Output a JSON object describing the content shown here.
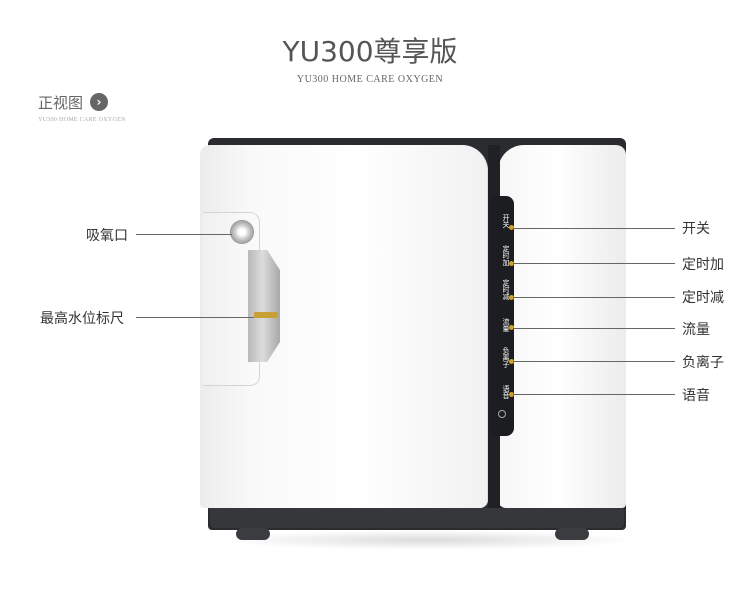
{
  "header": {
    "title": "YU300尊享版",
    "subtitle": "YU300 HOME CARE OXYGEN"
  },
  "section": {
    "label": "正视图",
    "arrow_glyph": "›",
    "sublabel": "YU300 HOME CARE OXYGEN"
  },
  "callouts_left": [
    {
      "label": "吸氧口"
    },
    {
      "label": "最高水位标尺"
    }
  ],
  "callouts_right": [
    {
      "label": "开关"
    },
    {
      "label": "定时加"
    },
    {
      "label": "定时减"
    },
    {
      "label": "流量"
    },
    {
      "label": "负离子"
    },
    {
      "label": "语音"
    }
  ],
  "device_buttons": [
    {
      "label": "开关"
    },
    {
      "label": "定时加"
    },
    {
      "label": "定时减"
    },
    {
      "label": "流量"
    },
    {
      "label": "负离子"
    },
    {
      "label": "语音"
    }
  ],
  "colors": {
    "accent_dot": "#d4a020",
    "device_dark": "#2a2c30",
    "leader_line": "#666666"
  }
}
